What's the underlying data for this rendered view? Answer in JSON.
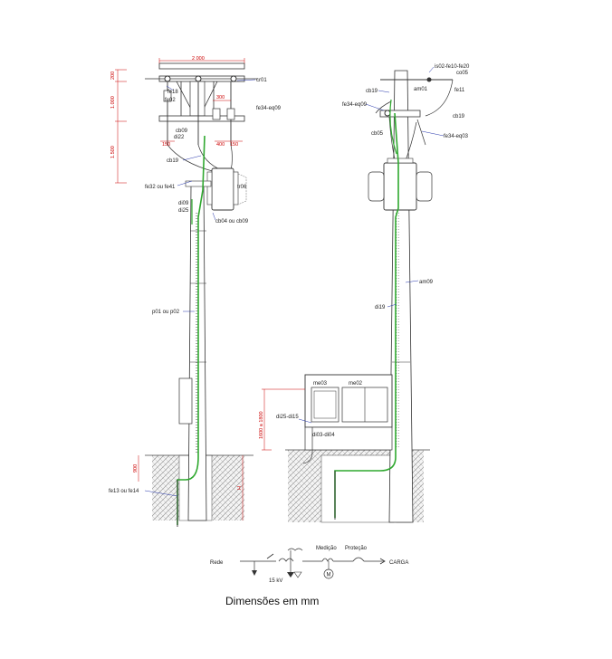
{
  "left_pole": {
    "dim_top_width": "2 000",
    "dim_200": "200",
    "dim_1000": "1.000",
    "dim_1500": "1.500",
    "dim_300": "300",
    "dim_150_a": "150",
    "dim_400": "400",
    "dim_150_b": "150",
    "dim_900": "900",
    "dim_h": "H",
    "labels": {
      "cr01": "cr01",
      "fe18": "fe18",
      "fe02": "fe02",
      "fe34_eq09": "fe34-eq09",
      "cb09": "cb09",
      "di22": "di22",
      "cb19": "cb19",
      "fe32_fe41": "fe32 ou fe41",
      "di09": "di09",
      "di25": "di25",
      "tr06": "tr06",
      "cb04_cb09": "cb04 ou cb09",
      "p01_p02": "p01 ou p02",
      "fe13_fe14": "fe13 ou fe14"
    }
  },
  "right_pole": {
    "dim_1600_1800": "1600 a 1800",
    "labels": {
      "is02": "is02-fe10-fe20",
      "co05": "co05",
      "am01": "am01",
      "fe11": "fe11",
      "cb19_a": "cb19",
      "fe34_eq09": "fe34-eq09",
      "cb19_b": "cb19",
      "cb05": "cb05",
      "fe34_eq03": "fe34-eq03",
      "am09": "am09",
      "di19": "di19",
      "me03": "me03",
      "me02": "me02",
      "di25_di15": "di25-di15",
      "di03_di04": "di03-di04"
    }
  },
  "schematic": {
    "rede": "Rede",
    "kv": "15 kV",
    "medicao": "Medição",
    "protecao": "Proteção",
    "carga": "CARGA",
    "meter_symbol": "M"
  },
  "caption": "Dimensões em mm",
  "colors": {
    "ground_wire": "#2fa82f",
    "dimension": "#cc0000",
    "leader": "#2233aa",
    "line": "#222222"
  }
}
